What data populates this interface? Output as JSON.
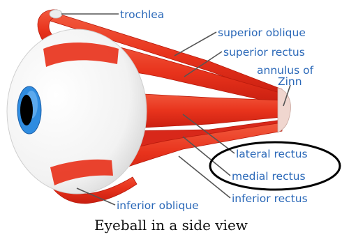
{
  "figure": {
    "labels": {
      "trochlea": "trochlea",
      "superior_oblique": "superior oblique",
      "superior_rectus": "superior rectus",
      "annulus_line1": "annulus of",
      "annulus_line2": "Zinn",
      "lateral_rectus": "lateral rectus",
      "medial_rectus": "medial rectus",
      "inferior_rectus": "inferior rectus",
      "inferior_oblique": "inferior oblique"
    },
    "caption": "Eyeball in a side view",
    "colors": {
      "muscle": "#e8331c",
      "muscle_dark": "#c81e10",
      "label_text": "#2a68b8",
      "iris": "#2f8ce0",
      "circle_highlight": "#000000"
    }
  }
}
